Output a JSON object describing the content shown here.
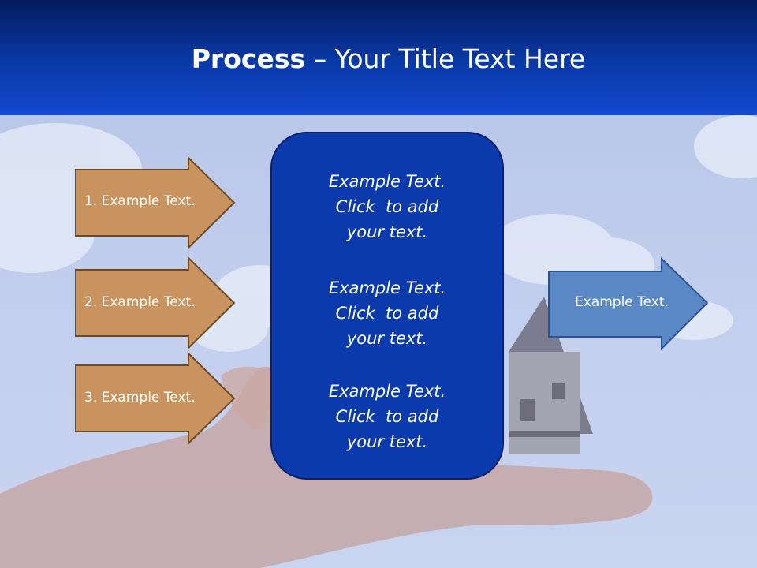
{
  "slide": {
    "title_bold": "Process",
    "title_rest": " – Your Title Text Here"
  },
  "left_arrows": [
    {
      "label": "1. Example Text."
    },
    {
      "label": "2. Example Text."
    },
    {
      "label": "3. Example Text."
    }
  ],
  "center_box": {
    "items": [
      {
        "line1": "Example Text.",
        "line2": "Click  to add",
        "line3": "your text."
      },
      {
        "line1": "Example Text.",
        "line2": "Click  to add",
        "line3": "your text."
      },
      {
        "line1": "Example Text.",
        "line2": "Click  to add",
        "line3": "your text."
      }
    ]
  },
  "right_arrow": {
    "label": "Example Text."
  },
  "colors": {
    "header_dark": "#031b5e",
    "header_light": "#1449d0",
    "left_arrow_fill": "#c8935f",
    "left_arrow_border": "#6e4a22",
    "center_fill": "#0a3aac",
    "right_arrow_fill": "#5a88c4",
    "right_arrow_border": "#2a5298"
  },
  "icons": {
    "background": "hand-holding-house-photo"
  }
}
